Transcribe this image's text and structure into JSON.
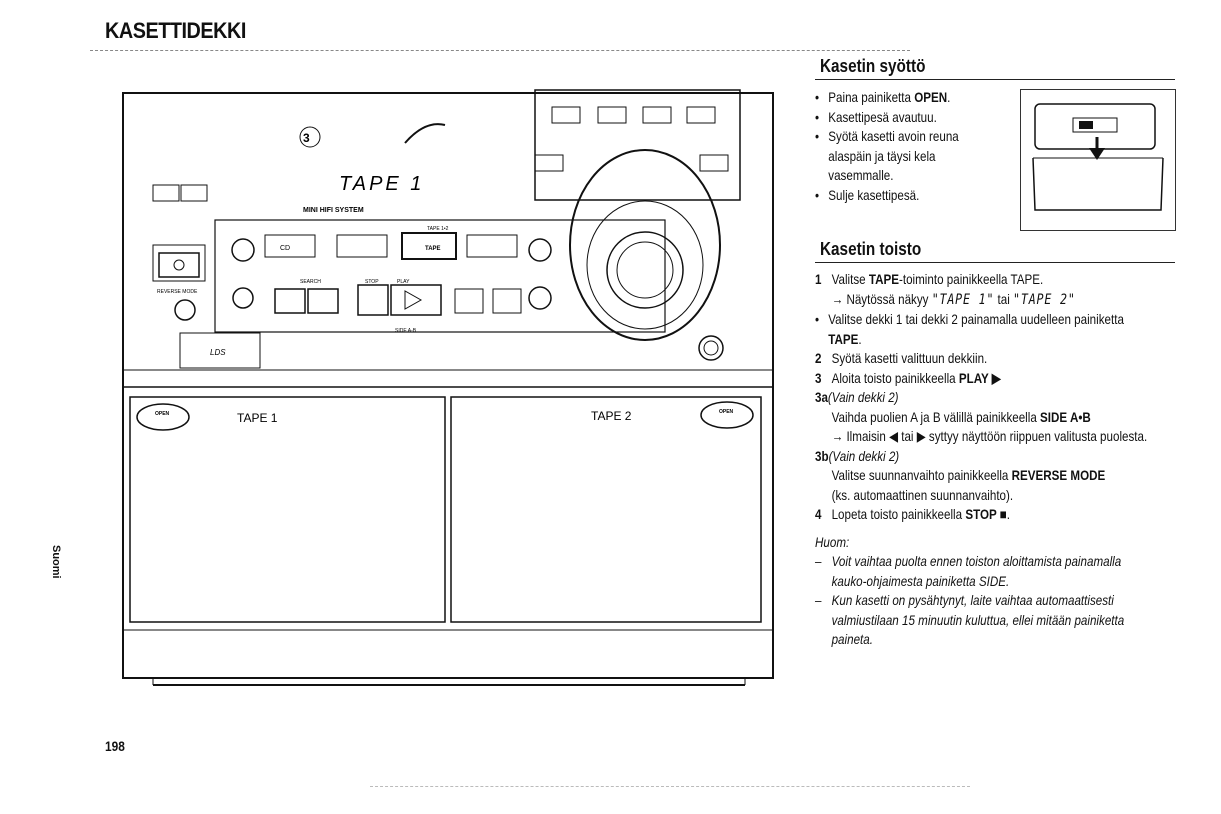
{
  "page_title": "KASETTIDEKKI",
  "page_number": "198",
  "side_tab": "Suomi",
  "diagram": {
    "model_label": "MINI HIFI SYSTEM",
    "display_text": "TAPE 1",
    "tape1_label": "TAPE 1",
    "tape2_label": "TAPE 2",
    "open_label": "OPEN",
    "reverse_mode": "REVERSE MODE",
    "search": "SEARCH",
    "stop": "STOP",
    "play": "PLAY",
    "tape12": "TAPE 1•2",
    "tape_btn": "TAPE",
    "cd_btn": "CD",
    "side_ab": "SIDE A-B",
    "lds": "LDS"
  },
  "section1": {
    "heading": "Kasetin syöttö",
    "bullets": [
      {
        "pre": "Paina painiketta ",
        "bold": "OPEN",
        "post": "."
      },
      {
        "pre": "Kasettipesä avautuu.",
        "bold": "",
        "post": ""
      },
      {
        "pre": "Syötä kasetti avoin reuna alaspäin ja täysi kela vasemmalle.",
        "bold": "",
        "post": ""
      },
      {
        "pre": "Sulje kasettipesä.",
        "bold": "",
        "post": ""
      }
    ]
  },
  "section2": {
    "heading": "Kasetin toisto",
    "s1_num": "1",
    "s1_pre": "Valitse ",
    "s1_bold": "TAPE",
    "s1_post": "-toiminto painikkeella TAPE.",
    "s1_arrow": "→ Näytössä näkyy",
    "s1_lcd1": "\"TAPE 1\"",
    "s1_tai": " tai ",
    "s1_lcd2": "\"TAPE 2\"",
    "b1_pre": "Valitse dekki 1 tai dekki 2 painamalla uudelleen painiketta ",
    "b1_bold": "TAPE",
    "b1_post": ".",
    "s2_num": "2",
    "s2_text": "Syötä kasetti valittuun dekkiin.",
    "s3_num": "3",
    "s3_pre": "Aloita toisto painikkeella ",
    "s3_bold": "PLAY ▶",
    "s3a_num": "3a",
    "s3a_italic": "(Vain dekki 2)",
    "s3a_pre": "Vaihda puolien A ja B välillä painikkeella ",
    "s3a_bold": "SIDE A•B",
    "s3a_arrow": "→ Ilmaisin ◀ tai ▶ syttyy näyttöön riippuen valitusta puolesta.",
    "s3b_num": "3b",
    "s3b_italic": "(Vain dekki 2)",
    "s3b_pre": "Valitse suunnanvaihto painikkeella ",
    "s3b_bold": "REVERSE MODE",
    "s3b_post": "(ks. automaattinen suunnanvaihto).",
    "s4_num": "4",
    "s4_pre": "Lopeta toisto painikkeella ",
    "s4_bold": "STOP ■",
    "s4_post": ".",
    "note_title": "Huom:",
    "notes": [
      "Voit vaihtaa puolta ennen toiston aloittamista painamalla kauko-ohjaimesta painiketta SIDE.",
      "Kun kasetti on pysähtynyt, laite vaihtaa automaattisesti valmiustilaan 15 minuutin kuluttua, ellei mitään painiketta paineta."
    ]
  }
}
